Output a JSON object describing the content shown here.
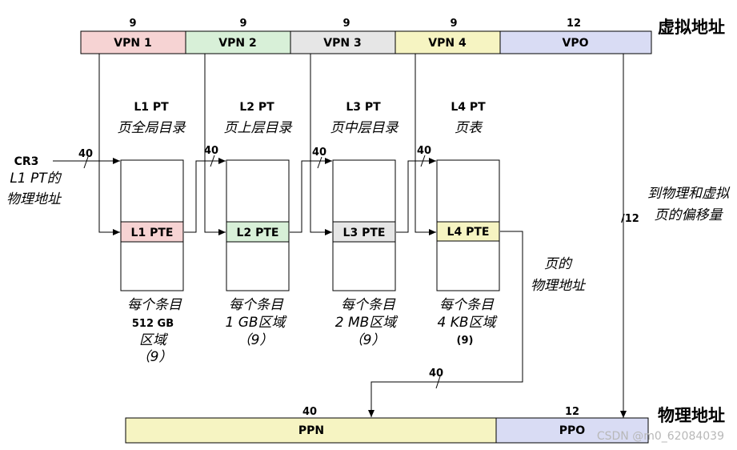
{
  "virtual_address": {
    "title": "虚拟地址",
    "fields": [
      {
        "label": "VPN 1",
        "bits": "9",
        "color": "#f6d3d3"
      },
      {
        "label": "VPN 2",
        "bits": "9",
        "color": "#d8f0d8"
      },
      {
        "label": "VPN 3",
        "bits": "9",
        "color": "#e6e6e6"
      },
      {
        "label": "VPN 4",
        "bits": "9",
        "color": "#f6f4c2"
      },
      {
        "label": "VPO",
        "bits": "12",
        "color": "#d9dcf4"
      }
    ]
  },
  "cr3": {
    "label": "CR3",
    "desc_line1": "L1 PT的",
    "desc_line2": "物理地址"
  },
  "tables": [
    {
      "name": "L1 PT",
      "desc": "页全局目录",
      "pte": "L1 PTE",
      "color": "#f6d3d3",
      "width_bits": "40",
      "notes": [
        "每个条目",
        "512 GB",
        "区域",
        "（9）"
      ]
    },
    {
      "name": "L2 PT",
      "desc": "页上层目录",
      "pte": "L2 PTE",
      "color": "#d8f0d8",
      "width_bits": "40",
      "notes": [
        "每个条目",
        "1 GB区域",
        "（9）"
      ]
    },
    {
      "name": "L3 PT",
      "desc": "页中层目录",
      "pte": "L3 PTE",
      "color": "#e6e6e6",
      "width_bits": "40",
      "notes": [
        "每个条目",
        "2 MB区域",
        "（9）"
      ]
    },
    {
      "name": "L4 PT",
      "desc": "页表",
      "pte": "L4 PTE",
      "color": "#f6f4c2",
      "width_bits": "40",
      "notes": [
        "每个条目",
        "4 KB区域",
        "(9)"
      ]
    }
  ],
  "offset_note": {
    "line1": "到物理和虚拟",
    "line2": "页的偏移量",
    "bits": "/12"
  },
  "page_phys_note": {
    "line1": "页的",
    "line2": "物理地址"
  },
  "ppn_arrow_bits": "40",
  "physical_address": {
    "title": "物理地址",
    "fields": [
      {
        "label": "PPN",
        "bits": "40",
        "color": "#f6f4c2"
      },
      {
        "label": "PPO",
        "bits": "12",
        "color": "#d9dcf4"
      }
    ]
  },
  "watermark": "CSDN @m0_62084039"
}
